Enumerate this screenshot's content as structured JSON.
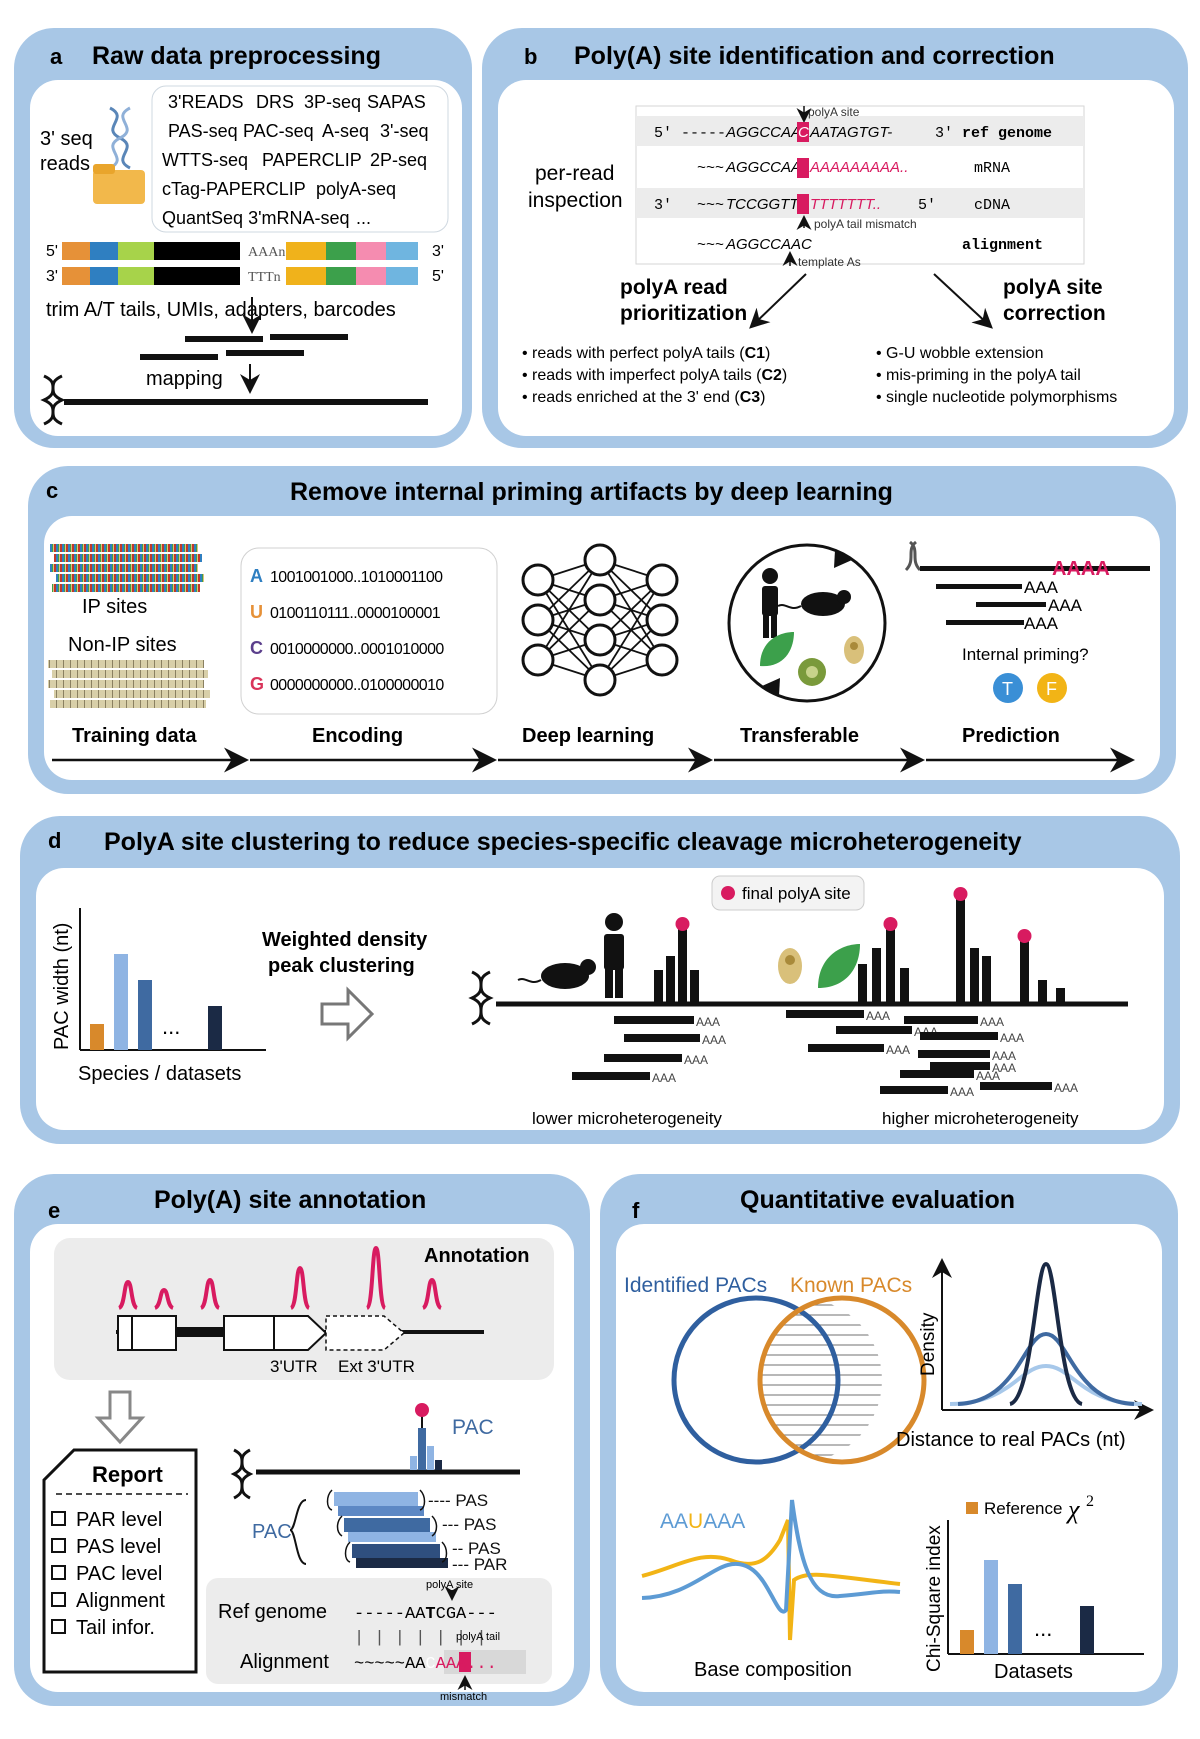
{
  "panel_a": {
    "letter": "a",
    "title": "Raw data preprocessing",
    "seq_reads_label": [
      "3' seq",
      "reads"
    ],
    "protocols": [
      [
        "3'READS",
        "DRS",
        "3P-seq",
        "SAPAS"
      ],
      [
        "PAS-seq",
        "PAC-seq",
        "A-seq",
        "3'-seq"
      ],
      [
        "WTTS-seq",
        "PAPERCLIP",
        "2P-seq"
      ],
      [
        "cTag-PAPERCLIP",
        "polyA-seq"
      ],
      [
        "QuantSeq 3'mRNA-seq",
        "..."
      ]
    ],
    "strand_top": "AAAn",
    "strand_bottom": "TTTn",
    "five_prime": "5'",
    "three_prime": "3'",
    "trim_text": "trim A/T tails, UMIs, adapters, barcodes",
    "mapping": "mapping",
    "colors": [
      "#e69138",
      "#2f7fc1",
      "#a7d34a",
      "#000000",
      "#f0b21b",
      "#3ca04b",
      "#f58cb0",
      "#6fb5e0"
    ]
  },
  "panel_b": {
    "letter": "b",
    "title": "Poly(A) site identification and correction",
    "per_read": [
      "per-read",
      "inspection"
    ],
    "polya_site": "polyA site",
    "rows": {
      "genome_prefix": "5′ -----",
      "genome_seq_a": "AGGCCAA",
      "genome_seq_c": "C",
      "genome_seq_b": "AATAGTGT-",
      "genome_suffix": "3′",
      "genome_label": "ref genome",
      "mrna_prefix": "~~~",
      "mrna_seq": "AGGCCAA",
      "mrna_a": "AAAAAAAAA..",
      "mrna_label": "mRNA",
      "cdna_3": "3′",
      "cdna_prefix": "~~~",
      "cdna_seq": "TCCGGTT",
      "cdna_t": "TTTTTTT..",
      "cdna_5": "5′",
      "cdna_label": "cDNA",
      "mismatch": "polyA tail mismatch",
      "align_prefix": "~~~",
      "align_seq": "AGGCCAAC",
      "align_label": "alignment",
      "template": "template As"
    },
    "prioritization": [
      "polyA read",
      "prioritization"
    ],
    "correction": [
      "polyA site",
      "correction"
    ],
    "left_bullets": [
      {
        "text": "reads with perfect polyA tails (",
        "code": "C1",
        "end": ")"
      },
      {
        "text": "reads with imperfect polyA tails (",
        "code": "C2",
        "end": ")"
      },
      {
        "text": "reads enriched at the 3' end (",
        "code": "C3",
        "end": ")"
      }
    ],
    "right_bullets": [
      "G-U wobble extension",
      "mis-priming in the polyA tail",
      "single nucleotide polymorphisms"
    ]
  },
  "panel_c": {
    "letter": "c",
    "title": "Remove internal priming artifacts by deep learning",
    "ip_sites": "IP sites",
    "non_ip_sites": "Non-IP sites",
    "encoding": [
      {
        "base": "A",
        "bits": "1001001000..1010001100",
        "color": "#2f7fc1"
      },
      {
        "base": "U",
        "bits": "0100110111..0000100001",
        "color": "#e69138"
      },
      {
        "base": "C",
        "bits": "0010000000..0001010000",
        "color": "#5b3f8c"
      },
      {
        "base": "G",
        "bits": "0000000000..0100000010",
        "color": "#d9345a"
      }
    ],
    "aaaa": "AAAA",
    "aaa": "AAA",
    "internal_priming": "Internal priming?",
    "true_label": "T",
    "false_label": "F",
    "steps": [
      "Training data",
      "Encoding",
      "Deep learning",
      "Transferable",
      "Prediction"
    ]
  },
  "panel_d": {
    "letter": "d",
    "title": "PolyA site clustering to reduce species-specific cleavage microheterogeneity",
    "ylabel": "PAC width (nt)",
    "xlabel": "Species / datasets",
    "dots": "...",
    "method": [
      "Weighted density",
      "peak clustering"
    ],
    "legend": "final polyA site",
    "aaa": "AAA",
    "lower": "lower microheterogeneity",
    "higher": "higher microheterogeneity"
  },
  "panel_e": {
    "letter": "e",
    "title": "Poly(A) site annotation",
    "annotation": "Annotation",
    "utr": "3'UTR",
    "ext_utr": "Ext 3'UTR",
    "report": "Report",
    "report_items": [
      "PAR level",
      "PAS level",
      "PAC level",
      "Alignment",
      "Tail infor."
    ],
    "pac": "PAC",
    "pas": "PAS",
    "par": "PAR",
    "polya_site": "polyA site",
    "ref_genome": "Ref genome",
    "ref_seq_pre": "-----AA",
    "ref_seq_t": "T",
    "ref_seq_post": "CGA---",
    "alignment": "Alignment",
    "align_pre": "~~~~~AA",
    "align_c": "C",
    "align_post": "AAA...",
    "polya_tail": "polyA tail",
    "mismatch": "mismatch"
  },
  "panel_f": {
    "letter": "f",
    "title": "Quantitative evaluation",
    "identified": "Identified PACs",
    "known": "Known PACs",
    "density": "Density",
    "distance": "Distance to real PACs (nt)",
    "motif_pre": "AA",
    "motif_u": "U",
    "motif_post": "AAA",
    "base_comp": "Base composition",
    "chi_label": "Chi-Square index",
    "reference": "Reference",
    "chi": "χ",
    "chi_sup": "2",
    "datasets": "Datasets",
    "dots": "..."
  }
}
